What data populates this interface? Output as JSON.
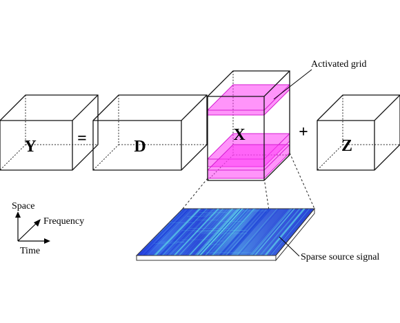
{
  "equation": {
    "lhs": "Y",
    "equals": "=",
    "dictionary": "D",
    "coefficients": "X",
    "plus": "+",
    "noise": "Z"
  },
  "annotations": {
    "activated_grid": "Activated grid",
    "sparse_source_signal": "Sparse source signal"
  },
  "axes": {
    "space": "Space",
    "frequency": "Frequency",
    "time": "Time"
  },
  "colors": {
    "activated_slab": "#ff3df5",
    "signal_dark": "#1f3fd8",
    "signal_light": "#5fd7e8"
  }
}
